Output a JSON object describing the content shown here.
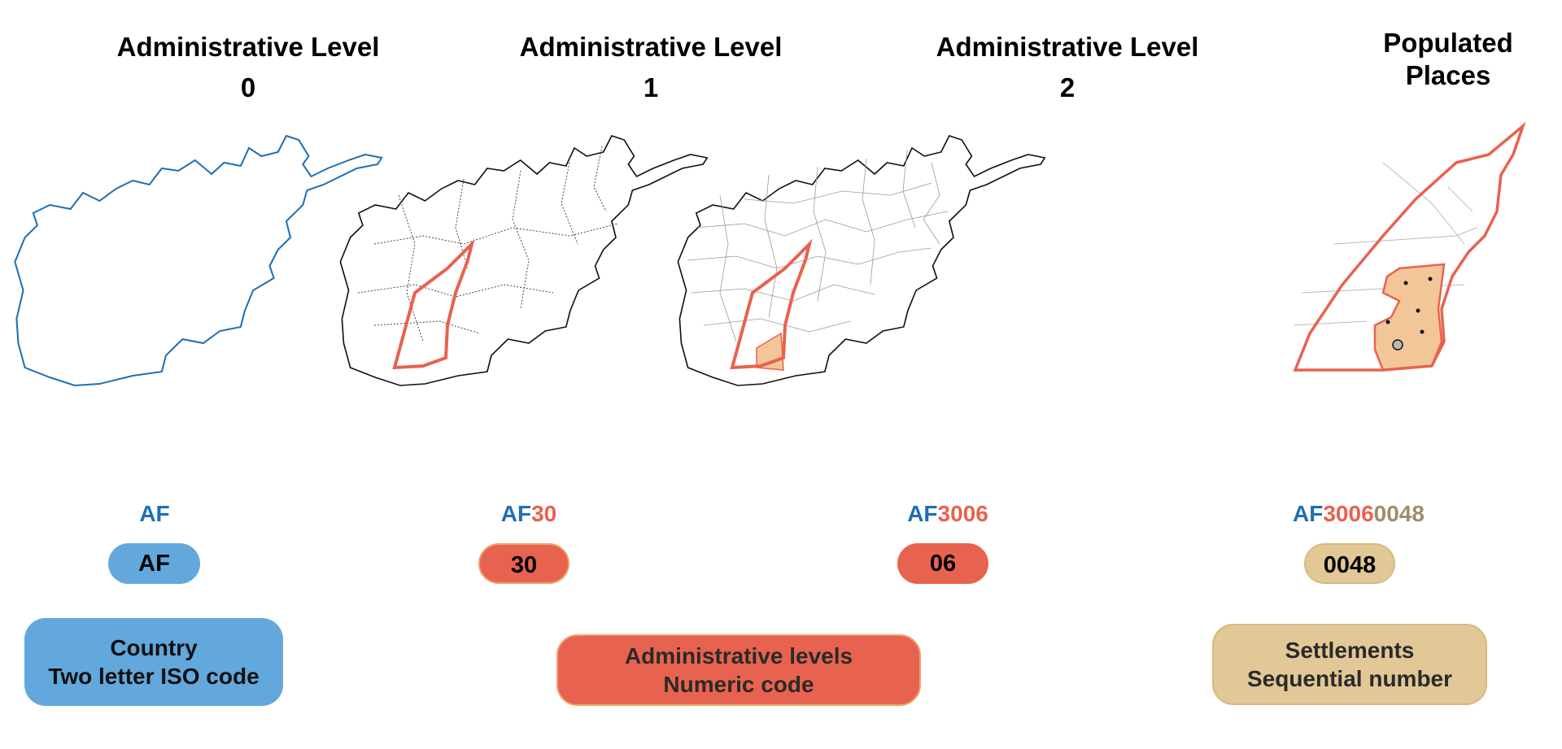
{
  "colors": {
    "blue": "#1f6fb2",
    "blue_fill": "#62a8dc",
    "red": "#e8624f",
    "red_fill": "#e8634f",
    "tan": "#a08c6a",
    "tan_fill": "#e2c896",
    "orange_fill": "#f3c69a"
  },
  "levels": [
    {
      "title_line1": "Administrative Level",
      "title_line2": "0"
    },
    {
      "title_line1": "Administrative Level",
      "title_line2": "1"
    },
    {
      "title_line1": "Administrative Level",
      "title_line2": "2"
    },
    {
      "title_line1": "Populated",
      "title_line2": "Places"
    }
  ],
  "codes": {
    "level0": {
      "country": "AF"
    },
    "level1": {
      "country": "AF",
      "admin": "30"
    },
    "level2": {
      "country": "AF",
      "admin": "3006"
    },
    "places": {
      "country": "AF",
      "admin": "3006",
      "settlement": "0048"
    }
  },
  "pills": {
    "country": "AF",
    "level1": "30",
    "level2": "06",
    "settlement": "0048"
  },
  "legend": {
    "country": {
      "line1": "Country",
      "line2": "Two letter ISO code"
    },
    "admin": {
      "line1": "Administrative levels",
      "line2": "Numeric code"
    },
    "settlement": {
      "line1": "Settlements",
      "line2": "Sequential number"
    }
  },
  "icons": [
    "country-outline-map",
    "province-map",
    "district-map",
    "settlement-map"
  ]
}
